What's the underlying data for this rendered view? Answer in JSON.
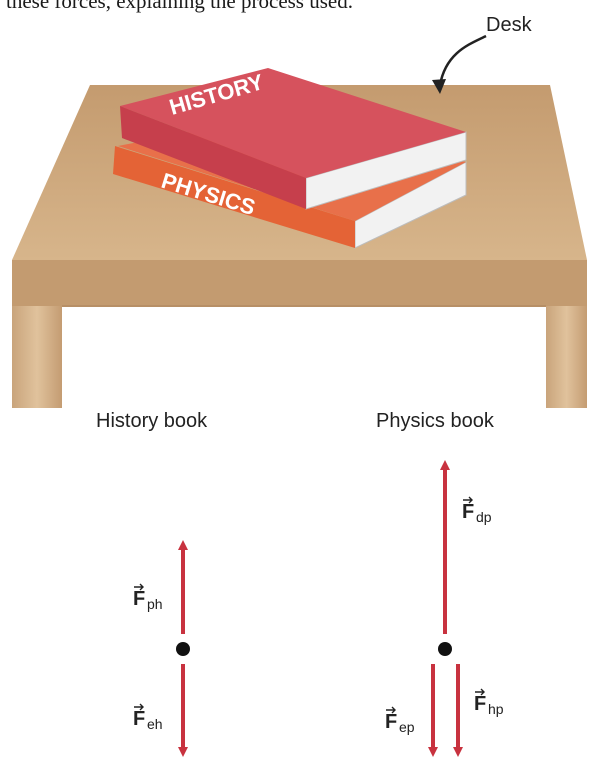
{
  "caption_fragment": "these forces, explaining the process used.",
  "desk_label": "Desk",
  "books": {
    "top_title": "HISTORY",
    "bottom_title": "PHYSICS"
  },
  "fbd": {
    "history": {
      "title": "History book",
      "forces": [
        {
          "symbol": "F",
          "subscript": "ph",
          "direction": "up"
        },
        {
          "symbol": "F",
          "subscript": "eh",
          "direction": "down"
        }
      ]
    },
    "physics": {
      "title": "Physics book",
      "forces": [
        {
          "symbol": "F",
          "subscript": "dp",
          "direction": "up"
        },
        {
          "symbol": "F",
          "subscript": "ep",
          "direction": "down"
        },
        {
          "symbol": "F",
          "subscript": "hp",
          "direction": "down"
        }
      ]
    }
  },
  "colors": {
    "arrow": "#c8323f",
    "desk_top": "#c9a37a",
    "desk_leg": "#d6b48b",
    "history_cover": "#d6525d",
    "physics_cover": "#e8704a",
    "pages": "#f2f2f2"
  }
}
